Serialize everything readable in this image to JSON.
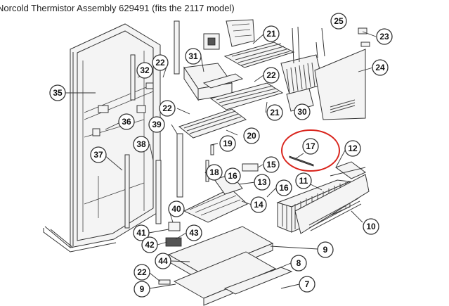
{
  "title": "Norcold Thermistor Assembly 629491 (fits the 2117 model)",
  "highlight_color": "#d9241c",
  "callouts": [
    {
      "label": "35"
    },
    {
      "label": "32"
    },
    {
      "label": "22"
    },
    {
      "label": "31"
    },
    {
      "label": "21"
    },
    {
      "label": "23"
    },
    {
      "label": "25"
    },
    {
      "label": "24"
    },
    {
      "label": "22"
    },
    {
      "label": "21"
    },
    {
      "label": "30"
    },
    {
      "label": "22"
    },
    {
      "label": "36"
    },
    {
      "label": "39"
    },
    {
      "label": "20"
    },
    {
      "label": "38"
    },
    {
      "label": "37"
    },
    {
      "label": "19"
    },
    {
      "label": "17"
    },
    {
      "label": "12"
    },
    {
      "label": "15"
    },
    {
      "label": "18"
    },
    {
      "label": "16"
    },
    {
      "label": "13"
    },
    {
      "label": "16"
    },
    {
      "label": "11"
    },
    {
      "label": "14"
    },
    {
      "label": "40"
    },
    {
      "label": "10"
    },
    {
      "label": "41"
    },
    {
      "label": "43"
    },
    {
      "label": "42"
    },
    {
      "label": "9"
    },
    {
      "label": "44"
    },
    {
      "label": "8"
    },
    {
      "label": "22"
    },
    {
      "label": "9"
    },
    {
      "label": "7"
    }
  ]
}
